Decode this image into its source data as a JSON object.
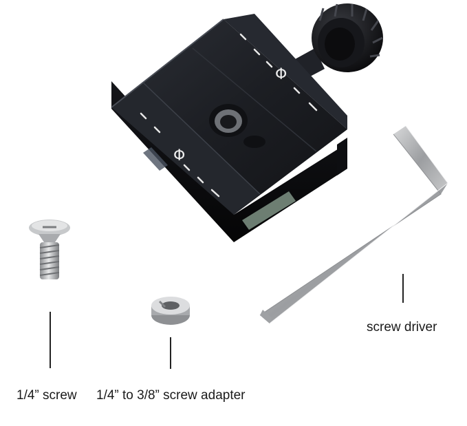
{
  "labels": {
    "screw": "1/4” screw",
    "adapter": "1/4” to 3/8” screw adapter",
    "driver": "screw driver"
  },
  "clamp": {
    "scale_symbol": "Φ"
  },
  "colors": {
    "background": "#ffffff",
    "clamp_body": "#1b1d22",
    "clamp_edge": "#3a3e47",
    "metal": "#b9bbbd",
    "text": "#1a1a1a"
  }
}
